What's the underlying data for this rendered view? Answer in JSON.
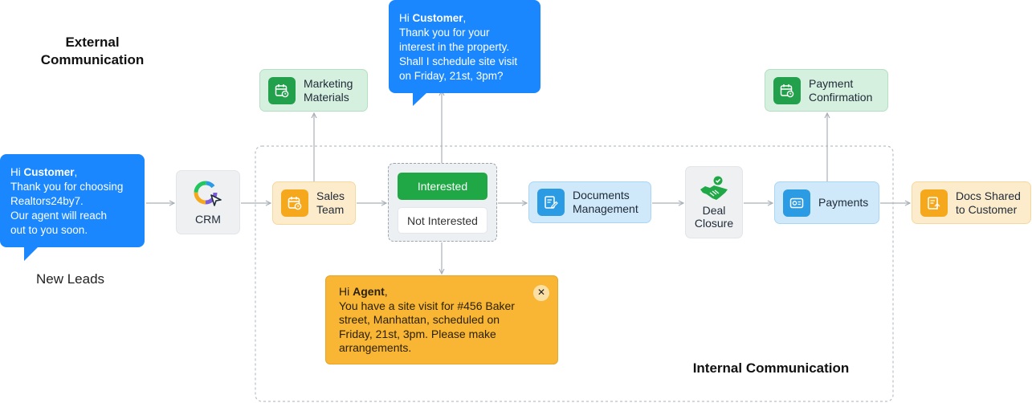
{
  "headings": {
    "external": "External Communication",
    "internal": "Internal Communication",
    "new_leads": "New Leads"
  },
  "bubbles": {
    "welcome": {
      "greeting": "Hi ",
      "name": "Customer",
      "comma": ",",
      "lines": [
        "Thank you for choosing",
        "Realtors24by7.",
        "Our agent will reach",
        "out to you soon."
      ]
    },
    "site_visit": {
      "greeting": "Hi ",
      "name": "Customer",
      "comma": ",",
      "lines": [
        "Thank you for your",
        "interest in the property.",
        "Shall I schedule site visit",
        "on Friday, 21st, 3pm?"
      ]
    }
  },
  "nodes": {
    "crm": "CRM",
    "sales_team": [
      "Sales",
      "Team"
    ],
    "marketing": [
      "Marketing",
      "Materials"
    ],
    "documents": [
      "Documents",
      "Management"
    ],
    "deal": [
      "Deal",
      "Closure"
    ],
    "payments": "Payments",
    "payment_confirmation": [
      "Payment",
      "Confirmation"
    ],
    "docs_shared": [
      "Docs Shared",
      "to Customer"
    ]
  },
  "choices": {
    "interested": "Interested",
    "not_interested": "Not Interested"
  },
  "agent_notice": {
    "greeting": "Hi ",
    "name": "Agent",
    "comma": ",",
    "lines": [
      "You have a site visit for #456 Baker",
      "street, Manhattan, scheduled on",
      "Friday, 21st, 3pm. Please make",
      "arrangements."
    ],
    "close_symbol": "✕"
  },
  "icons": {
    "crm": "crm-logo-icon",
    "calendar": "calendar-clock-icon",
    "document": "document-edit-icon",
    "handshake": "handshake-check-icon",
    "payment": "payment-card-icon",
    "docs_shared": "document-share-icon"
  },
  "colors": {
    "bubble_blue": "#1a87ff",
    "green": "#22a04b",
    "orange": "#f6a81c",
    "blue": "#2b9ce3",
    "agent_notice": "#f9b534"
  }
}
